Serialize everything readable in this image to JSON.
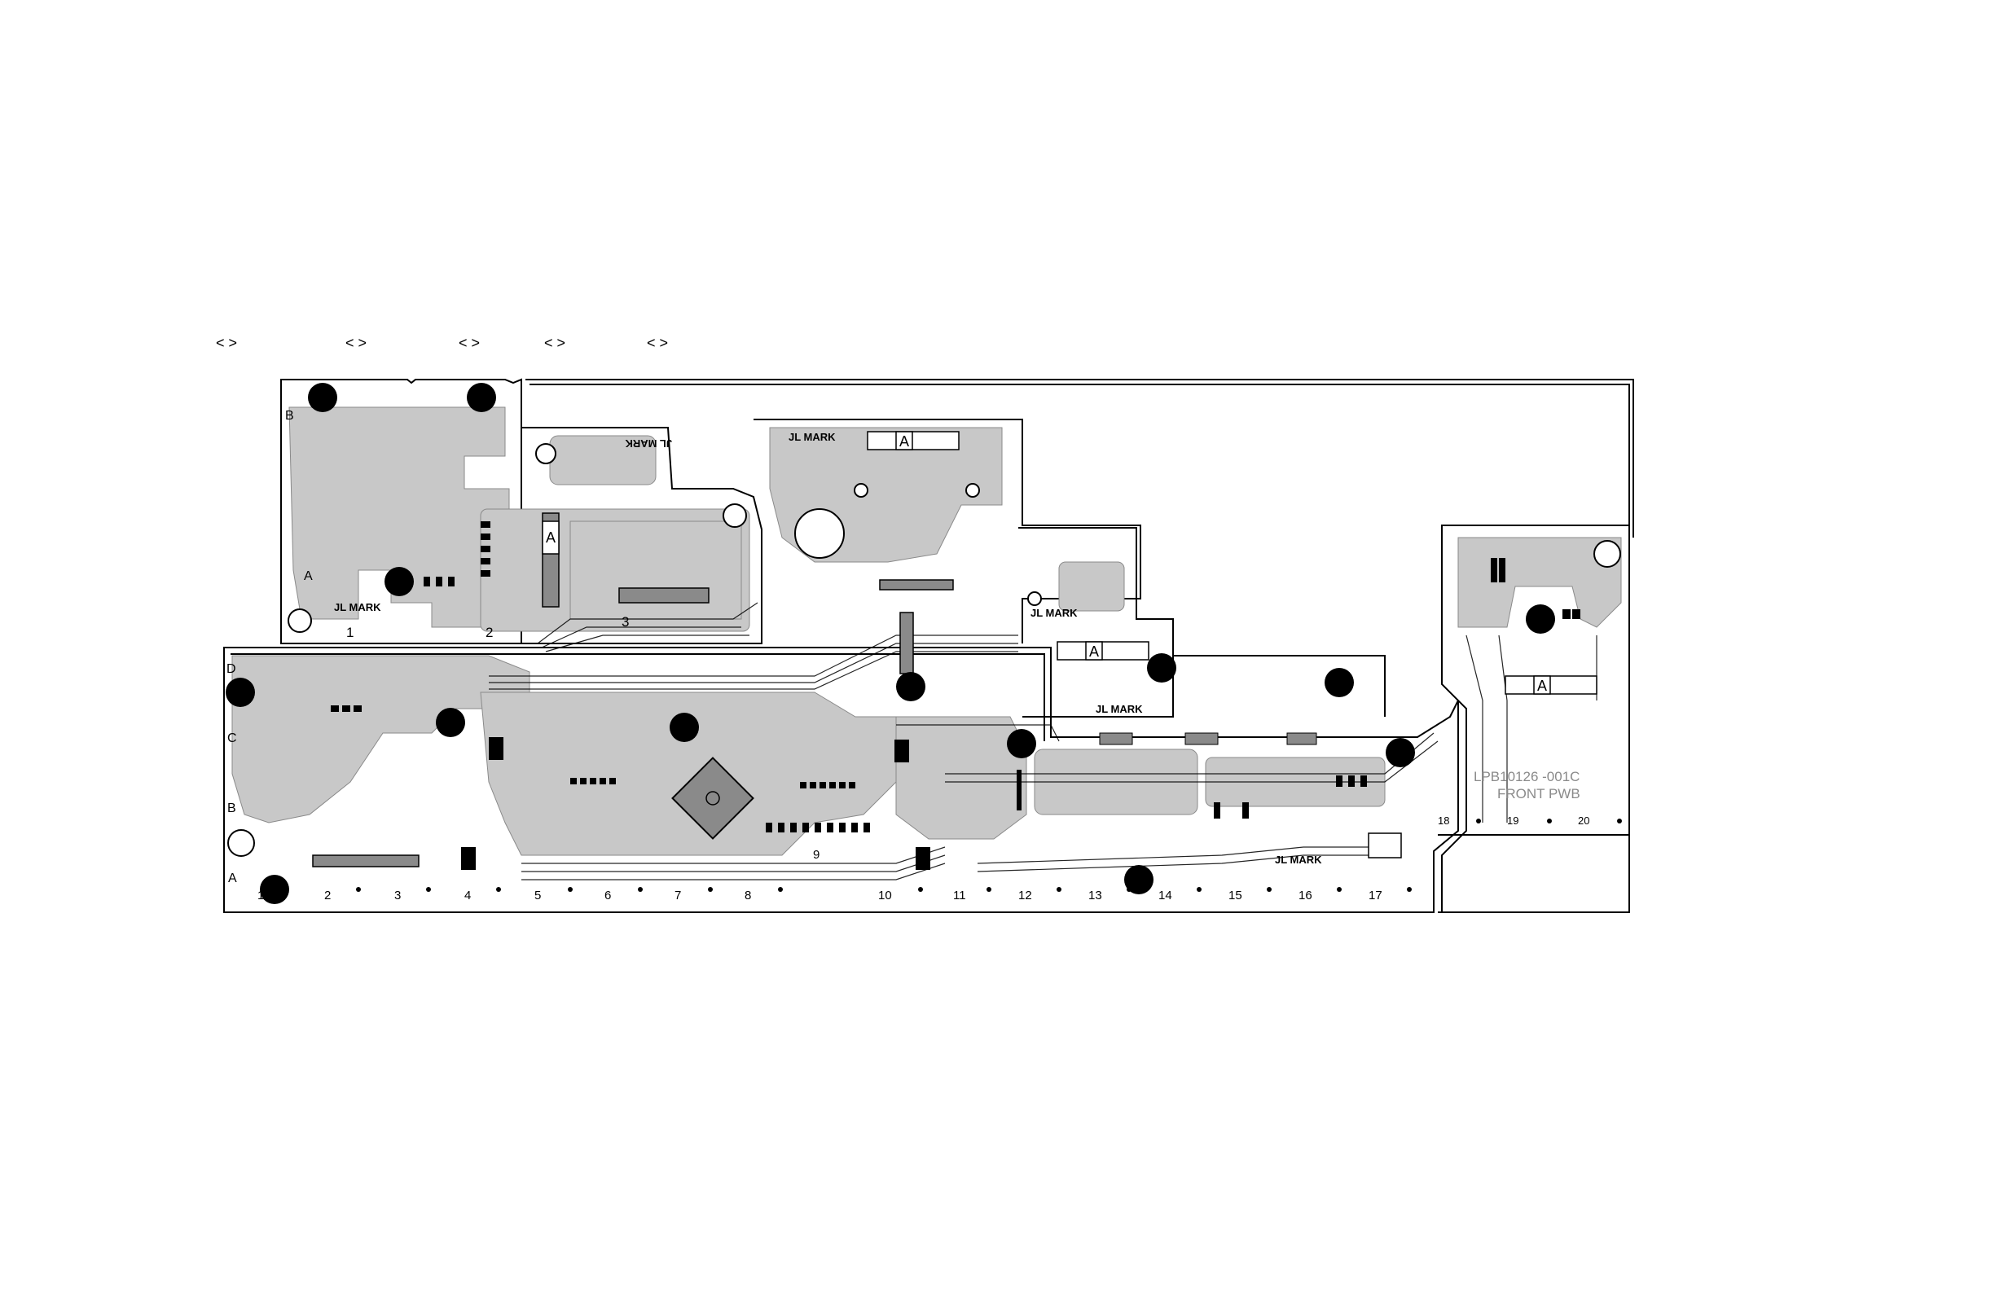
{
  "top_markers": [
    "<  >",
    "<  >",
    "<  >",
    "<  >",
    "<  >"
  ],
  "board": {
    "part_number": "LPB10126   -001C",
    "name": "FRONT PWB",
    "marking_text": "JL MARK",
    "section_letter": "A",
    "edge_letters": {
      "upper_b": "B",
      "upper_a": "A",
      "lower_d": "D",
      "lower_c": "C",
      "lower_b": "B",
      "lower_a": "A"
    },
    "upper_numbers": [
      "1",
      "2",
      "3"
    ],
    "bottom_numbers": [
      "1",
      "2",
      "3",
      "4",
      "5",
      "6",
      "7",
      "8",
      "9",
      "10",
      "11",
      "12",
      "13",
      "14",
      "15",
      "16",
      "17"
    ],
    "right_numbers": [
      "18",
      "19",
      "20"
    ]
  },
  "colors": {
    "copper": "#c8c8c8",
    "outline": "#000000",
    "label": "#8a8a8a"
  }
}
